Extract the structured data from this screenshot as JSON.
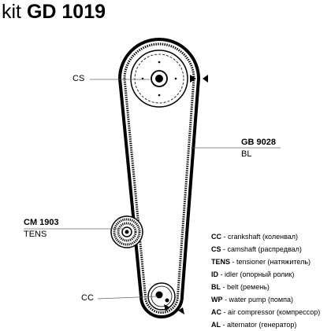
{
  "kit": {
    "prefix": "kit",
    "code": "GD 1019"
  },
  "parts": {
    "camshaft": {
      "label": "CS"
    },
    "belt": {
      "part_no": "GB 9028",
      "label": "BL"
    },
    "tensioner": {
      "part_no": "CM 1903",
      "label": "TENS"
    },
    "crankshaft": {
      "label": "CC"
    }
  },
  "legend": [
    {
      "abbr": "CC",
      "text": " - crankshaft (коленвал)"
    },
    {
      "abbr": "CS",
      "text": " - camshaft (распредвал)"
    },
    {
      "abbr": "TENS",
      "text": " - tensioner (натяжитель)"
    },
    {
      "abbr": "ID",
      "text": " - idler (опорный ролик)"
    },
    {
      "abbr": "BL",
      "text": " - belt (ремень)"
    },
    {
      "abbr": "WP",
      "text": " - water pump (помпа)"
    },
    {
      "abbr": "AC",
      "text": " - air compressor (компрессор)"
    },
    {
      "abbr": "AL",
      "text": " - alternator (генератор)"
    }
  ]
}
